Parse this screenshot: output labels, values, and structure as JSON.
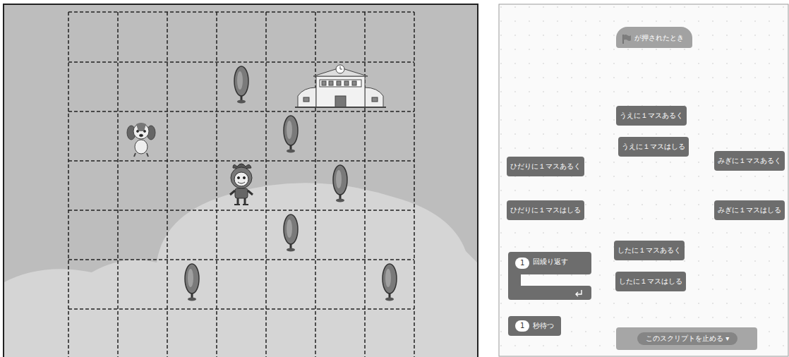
{
  "diagram": {
    "nodes": [
      {
        "text": [
          "が押されたとき"
        ]
      },
      {
        "text": [
          "うえに１マスあるく"
        ]
      },
      {
        "text": [
          "うえに１マスはしる"
        ]
      },
      {
        "text": [
          "みぎに１マスあるく"
        ]
      },
      {
        "text": [
          "ひだりに１マスあるく"
        ]
      },
      {
        "text": [
          "ひだりに１マスはしる"
        ]
      },
      {
        "text": [
          "みぎに１マスはしる"
        ]
      },
      {
        "text": [
          "したに１マスあるく"
        ]
      },
      {
        "text": [
          "1",
          "回繰り返す"
        ]
      },
      {
        "text": [
          "したに１マスはしる"
        ]
      },
      {
        "text": [
          "1",
          "秒待つ"
        ]
      },
      {
        "text": [
          "このスクリプトを止める ▾"
        ]
      }
    ]
  }
}
